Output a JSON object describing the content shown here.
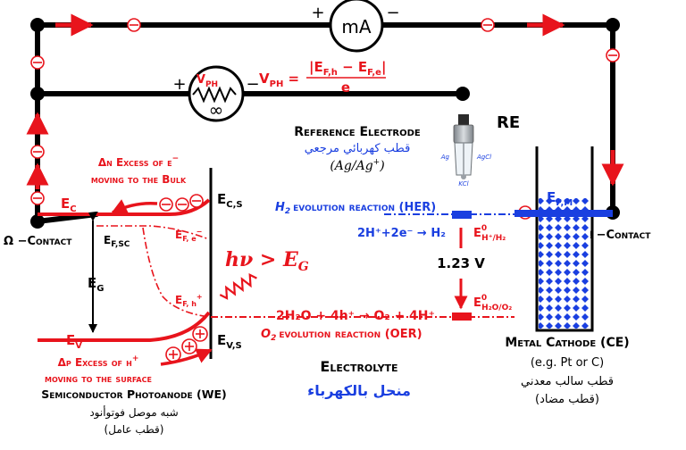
{
  "circuit": {
    "ammeter": {
      "label": "mA",
      "plus": "+",
      "minus": "−"
    },
    "voltmeter": {
      "label": "V",
      "label_sub": "PH",
      "infinity": "∞",
      "plus": "+",
      "minus": "−"
    },
    "vph_formula": {
      "lhs": "V",
      "lhs_sub": "PH",
      "eq": " =",
      "numerator": "|E",
      "num_sub1": "F,h",
      "num_mid": " − E",
      "num_sub2": "F,e",
      "num_end": "|",
      "denominator": "e"
    },
    "left_contact": "Ω −Contact",
    "right_contact": "Ω −Contact"
  },
  "reference_electrode": {
    "title": "Reference Electrode",
    "arabic": "قطب كهربائي مرجعي",
    "formula_main": "(Ag/Ag",
    "formula_sup": "+",
    "formula_end": ")",
    "tag": "RE",
    "labels": {
      "ag": "Ag",
      "agcl": "AgCl",
      "kcl": "KCl"
    }
  },
  "photoanode": {
    "n_excess_line1": "Δn Excess of e",
    "n_excess_sup": "−",
    "n_excess_line2": "moving to the Bulk",
    "p_excess_line1": "Δp Excess of h",
    "p_excess_sup": "+",
    "p_excess_line2": "moving to the surface",
    "ec": "E",
    "ec_sub": "C",
    "ev": "E",
    "ev_sub": "V",
    "efsc": "E",
    "efsc_sub": "F,SC",
    "eg": "E",
    "eg_sub": "G",
    "efe": "E",
    "efe_sub": "F, e",
    "efe_sup": "−",
    "efh": "E",
    "efh_sub": "F, h",
    "efh_sup": "+",
    "ecs": "E",
    "ecs_sub": "C,S",
    "evs": "E",
    "evs_sub": "V,S",
    "hv": "hν > E",
    "hv_sub": "G",
    "name": "Semiconductor Photoanode (WE)",
    "arabic_name": "شبه موصل فوتوأنود",
    "arabic_role": "(قطب عامل)"
  },
  "reactions": {
    "her_title": "evolution reaction (HER)",
    "her_prefix": "H",
    "her_prefix_sub": "2",
    "her_eq": "2H⁺+2e⁻ → H₂",
    "her_pot": "E",
    "her_pot_sup": "0",
    "her_pot_sub": "H⁺/H₂",
    "voltage": "1.23 V",
    "oer_eq": "2H₂O + 4h⁺ → O₂ + 4H⁺",
    "oer_pot": "E",
    "oer_pot_sup": "0",
    "oer_pot_sub": "H₂O/O₂",
    "oer_prefix": "O",
    "oer_prefix_sub": "2",
    "oer_title": "evolution reaction (OER)"
  },
  "electrolyte": {
    "title": "Electrolyte",
    "arabic": "منحل بالكهرباء"
  },
  "cathode": {
    "efm": "E",
    "efm_sub": "F,M",
    "name": "Metal Cathode (CE)",
    "example": "(e.g. Pt or C)",
    "arabic_name": "قطب سالب معدني",
    "arabic_role": "(قطب مضاد)"
  },
  "charges": {
    "electron": "⊖",
    "hole": "⊕"
  },
  "colors": {
    "red": "#e8141c",
    "blue": "#1a3fe0",
    "black": "#000000",
    "gray": "#9aa0a6"
  }
}
